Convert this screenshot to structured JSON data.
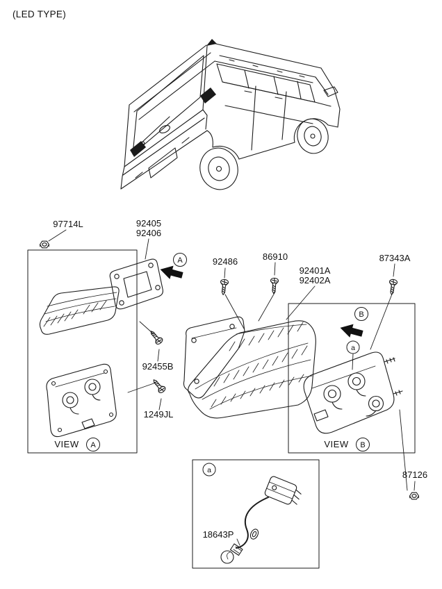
{
  "title": "(LED TYPE)",
  "parts": {
    "97714L": "97714L",
    "92405": "92405",
    "92406": "92406",
    "92486": "92486",
    "86910": "86910",
    "92401A": "92401A",
    "92402A": "92402A",
    "87343A": "87343A",
    "92455B": "92455B",
    "1249JL": "1249JL",
    "18643P": "18643P",
    "87126": "87126"
  },
  "views": {
    "a": {
      "caption": "VIEW",
      "letter": "A"
    },
    "b": {
      "caption": "VIEW",
      "letter": "B"
    }
  },
  "callouts": {
    "view_a": "A",
    "view_b": "B",
    "detail_a": "a"
  },
  "colors": {
    "line": "#1a1a1a",
    "background": "#ffffff"
  }
}
